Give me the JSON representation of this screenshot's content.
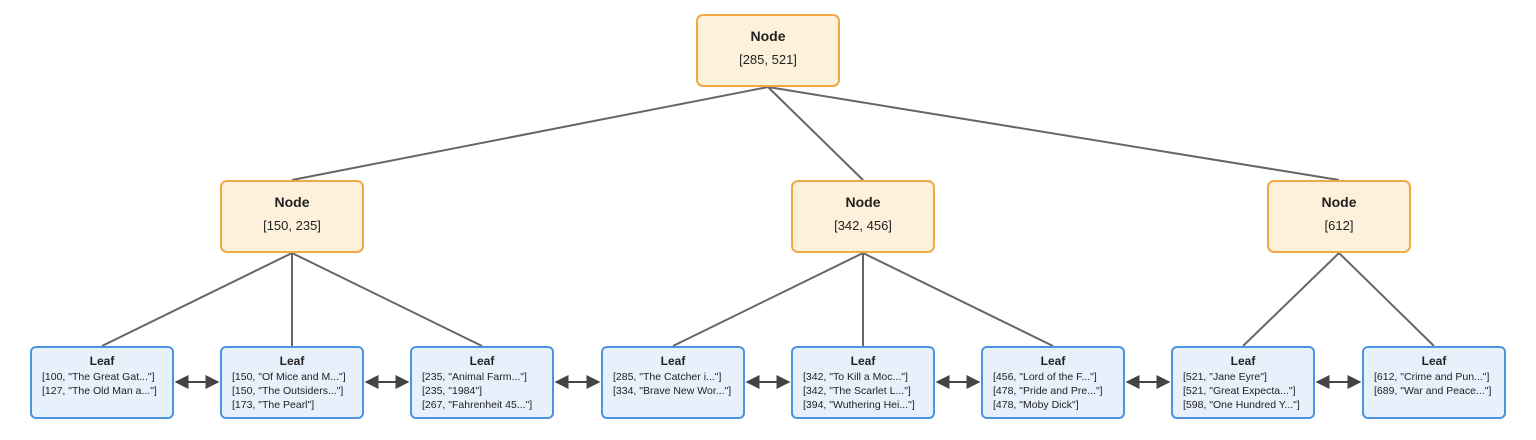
{
  "colors": {
    "internal_fill": "#fdf1dc",
    "internal_border": "#f0a947",
    "leaf_fill": "#e6f1fc",
    "leaf_border": "#4b94e2",
    "edge": "#666666",
    "link": "#444444"
  },
  "root": {
    "title": "Node",
    "keys": "[285, 521]"
  },
  "internal": [
    {
      "title": "Node",
      "keys": "[150, 235]"
    },
    {
      "title": "Node",
      "keys": "[342, 456]"
    },
    {
      "title": "Node",
      "keys": "[612]"
    }
  ],
  "leaves": [
    {
      "title": "Leaf",
      "entries": [
        "[100, \"The Great Gat...\"]",
        "[127, \"The Old Man a...\"]"
      ]
    },
    {
      "title": "Leaf",
      "entries": [
        "[150, \"Of Mice and M...\"]",
        "[150, \"The Outsiders...\"]",
        "[173, \"The Pearl\"]"
      ]
    },
    {
      "title": "Leaf",
      "entries": [
        "[235, \"Animal Farm...\"]",
        "[235, \"1984\"]",
        "[267, \"Fahrenheit 45...\"]"
      ]
    },
    {
      "title": "Leaf",
      "entries": [
        "[285, \"The Catcher i...\"]",
        "[334, \"Brave New Wor...\"]"
      ]
    },
    {
      "title": "Leaf",
      "entries": [
        "[342, \"To Kill a Moc...\"]",
        "[342, \"The Scarlet L...\"]",
        "[394, \"Wuthering Hei...\"]"
      ]
    },
    {
      "title": "Leaf",
      "entries": [
        "[456, \"Lord of the F...\"]",
        "[478, \"Pride and Pre...\"]",
        "[478, \"Moby Dick\"]"
      ]
    },
    {
      "title": "Leaf",
      "entries": [
        "[521, \"Jane Eyre\"]",
        "[521, \"Great Expecta...\"]",
        "[598, \"One Hundred Y...\"]"
      ]
    },
    {
      "title": "Leaf",
      "entries": [
        "[612, \"Crime and Pun...\"]",
        "[689, \"War and Peace...\"]"
      ]
    }
  ]
}
